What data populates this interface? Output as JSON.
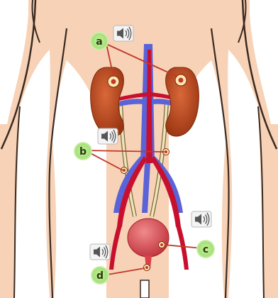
{
  "labels": [
    {
      "id": "a",
      "text": "a"
    },
    {
      "id": "b",
      "text": "b"
    },
    {
      "id": "c",
      "text": "c"
    },
    {
      "id": "d",
      "text": "d"
    }
  ],
  "icons": [
    "speaker-icon"
  ],
  "colors": {
    "skin": "#f7d2b6",
    "skin_outline": "#3a2a22",
    "kidney": "#b9471f",
    "artery": "#c8102e",
    "vein": "#5a63d8",
    "bladder": "#d8404a",
    "ureter": "#efe4b8",
    "badge": "#a6e07a",
    "pointer": "#c0392b"
  }
}
